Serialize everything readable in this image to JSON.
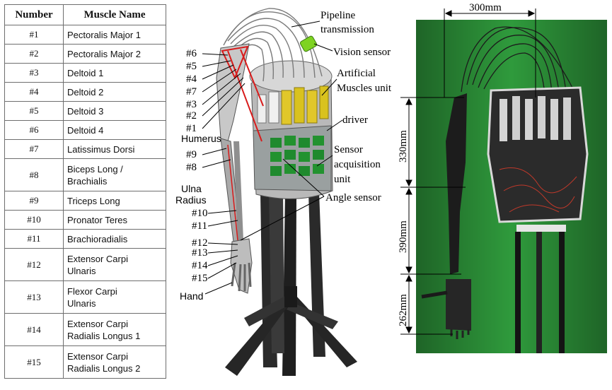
{
  "table": {
    "headers": {
      "number": "Number",
      "name": "Muscle Name"
    },
    "rows": [
      {
        "number": "#1",
        "name": [
          "Pectoralis Major 1"
        ]
      },
      {
        "number": "#2",
        "name": [
          "Pectoralis Major 2"
        ]
      },
      {
        "number": "#3",
        "name": [
          "Deltoid 1"
        ]
      },
      {
        "number": "#4",
        "name": [
          "Deltoid 2"
        ]
      },
      {
        "number": "#5",
        "name": [
          "Deltoid 3"
        ]
      },
      {
        "number": "#6",
        "name": [
          "Deltoid 4"
        ]
      },
      {
        "number": "#7",
        "name": [
          "Latissimus Dorsi"
        ]
      },
      {
        "number": "#8",
        "name": [
          "Biceps Long /",
          "Brachialis"
        ]
      },
      {
        "number": "#9",
        "name": [
          "Triceps Long"
        ]
      },
      {
        "number": "#10",
        "name": [
          "Pronator Teres"
        ]
      },
      {
        "number": "#11",
        "name": [
          "Brachioradialis"
        ]
      },
      {
        "number": "#12",
        "name": [
          "Extensor Carpi",
          "Ulnaris"
        ]
      },
      {
        "number": "#13",
        "name": [
          "Flexor Carpi",
          "Ulnaris"
        ]
      },
      {
        "number": "#14",
        "name": [
          "Extensor Carpi",
          "Radialis Longus 1"
        ]
      },
      {
        "number": "#15",
        "name": [
          "Extensor Carpi",
          "Radialis Longus 2"
        ]
      }
    ]
  },
  "cad": {
    "labels": {
      "pipeline_1": "Pipeline",
      "pipeline_2": "transmission",
      "vision": "Vision sensor",
      "muscles_1": "Artificial",
      "muscles_2": "Muscles unit",
      "driver": "driver",
      "sensor_1": "Sensor",
      "sensor_2": "acquisition",
      "sensor_3": "unit",
      "angle": "Angle sensor",
      "humerus": "Humerus",
      "ulna": "Ulna",
      "radius": "Radius",
      "hand": "Hand"
    },
    "markers": [
      "#6",
      "#5",
      "#4",
      "#7",
      "#3",
      "#2",
      "#1",
      "#9",
      "#8",
      "#10",
      "#11",
      "#12",
      "#13",
      "#14",
      "#15"
    ]
  },
  "photo": {
    "dims": {
      "width": "300mm",
      "torso": "330mm",
      "upper_arm": "390mm",
      "forearm": "262mm"
    }
  },
  "colors": {
    "photo_background": "#2f9a3c",
    "actuator": "#d9c21e",
    "muscle_line": "#d81b1b",
    "board": "#1f8a2e"
  }
}
